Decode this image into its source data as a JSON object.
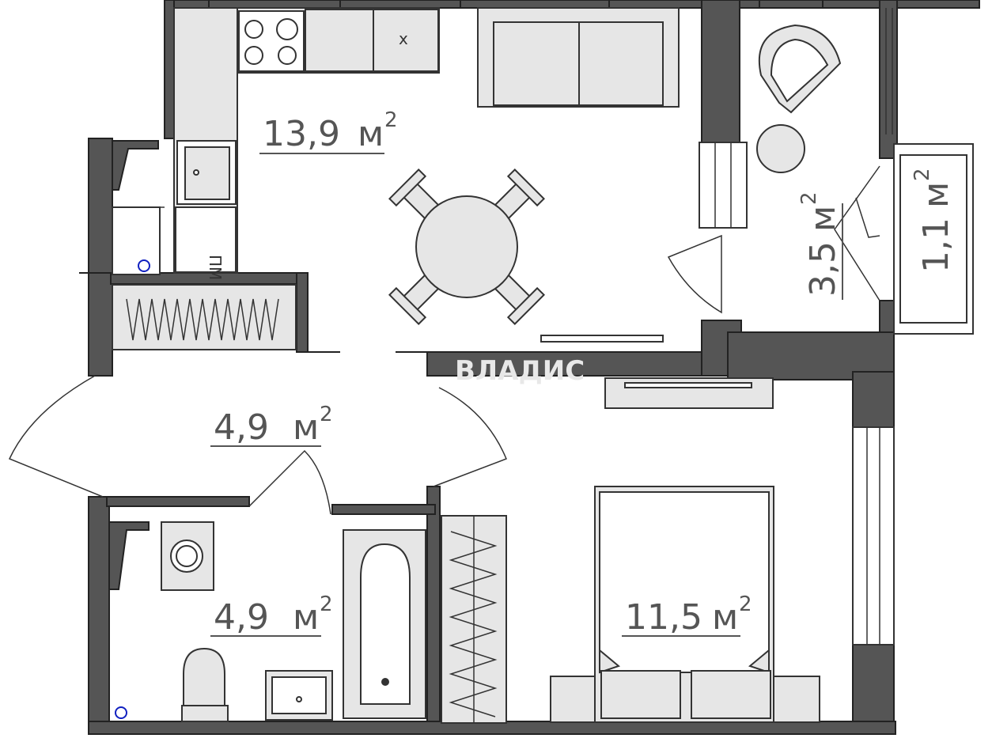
{
  "rooms": {
    "kitchen_living": {
      "area": "13,9",
      "unit": "м",
      "sup": "2"
    },
    "wardrobe": {
      "area": "3,5",
      "unit": "м",
      "sup": "2"
    },
    "balcony": {
      "area": "1,1",
      "unit": "м",
      "sup": "2"
    },
    "hall": {
      "area": "4,9",
      "unit": "м",
      "sup": "2"
    },
    "bathroom": {
      "area": "4,9",
      "unit": "м",
      "sup": "2"
    },
    "bedroom": {
      "area": "11,5",
      "unit": "м",
      "sup": "2"
    }
  },
  "labels": {
    "hood": "x",
    "dishwasher": "ПМ"
  },
  "watermark": "ВЛАДИС",
  "colors": {
    "wall": "#555555",
    "furniture": "#e6e6e6",
    "text": "#555555"
  }
}
